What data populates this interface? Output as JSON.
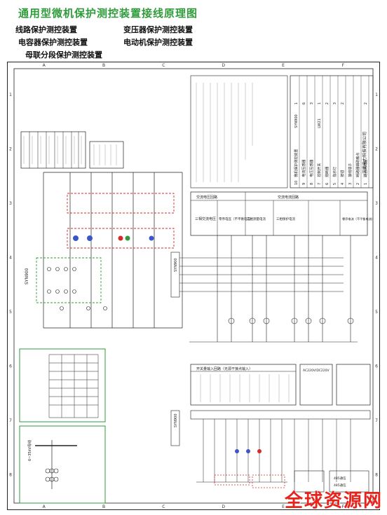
{
  "header": {
    "title": "通用型微机保护测控装置接线原理图",
    "items": [
      "线路保护测控装置",
      "变压器保护测控装置",
      "电容器保护测控装置",
      "电动机保护测控装置",
      "母联分段保护测控装置"
    ]
  },
  "frame": {
    "col_letters": [
      "A",
      "B",
      "C",
      "D",
      "E",
      "F"
    ],
    "row_numbers": [
      "1",
      "2",
      "3",
      "4",
      "5",
      "6",
      "7",
      "8"
    ]
  },
  "labels": {
    "device_model": "SYN900",
    "ac_box_title": "交流电压回路",
    "ac_box_text": "三相交流电压",
    "ac_box_text2": "零序电压（不平衡电压）",
    "ac_current_title": "交流电流回路",
    "ac_current_1": "三相测量电流",
    "ac_current_2": "三相保护电流",
    "ac_current_3": "零序电流（不平衡电流）",
    "di_title": "开关量输入回路（无源干接点输入）",
    "power_title": "AC220V/DC220V",
    "comm_1": "485通信",
    "comm_2": "485通信",
    "bus_label": "6~35kV母线",
    "company": "汉南电力科技有限公司",
    "watermark": "全球资源网"
  },
  "table_legend": {
    "rows": [
      [
        "10",
        "微机保护测控装置",
        "SYN900",
        "1",
        "",
        ""
      ],
      [
        "9",
        "电流互感器",
        "",
        "6",
        "",
        ""
      ],
      [
        "8",
        "电压互感器",
        "",
        "3",
        "",
        ""
      ],
      [
        "7",
        "控制开关",
        "LW21",
        "1",
        "",
        ""
      ],
      [
        "6",
        "熔断器",
        "",
        "2",
        "",
        ""
      ],
      [
        "5",
        "指示灯",
        "",
        "3",
        "",
        ""
      ],
      [
        "4",
        "按钮",
        "",
        "2",
        "",
        ""
      ],
      [
        "3",
        "接线端子",
        "",
        "",
        "",
        ""
      ],
      [
        "2",
        "断路器辅助触点",
        "",
        "",
        "",
        ""
      ],
      [
        "1",
        "跳合闸线圈",
        "",
        "2",
        "",
        ""
      ]
    ]
  }
}
